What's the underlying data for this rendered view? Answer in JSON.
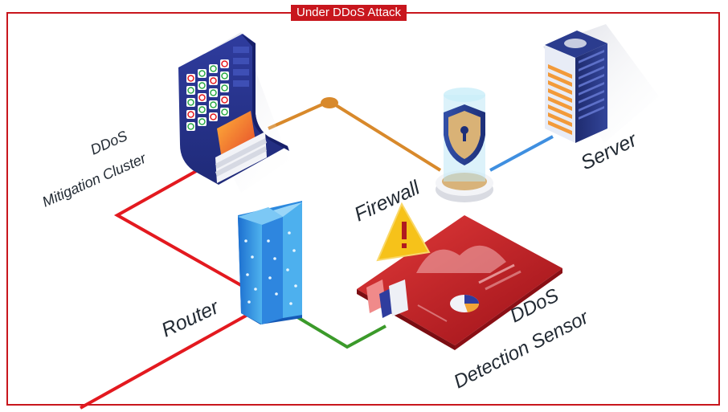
{
  "title": "Under DDoS Attack",
  "labels": {
    "mitigation_line1": "DDoS",
    "mitigation_line2": "Mitigation Cluster",
    "firewall": "Firewall",
    "server": "Server",
    "router": "Router",
    "sensor_line1": "DDoS",
    "sensor_line2": "Detection Sensor"
  },
  "colors": {
    "frame": "#c8161d",
    "attack_link": "#e3191f",
    "mitigation_link": "#d8892b",
    "server_link": "#3f8fe0",
    "sensor_link": "#3b9a2a",
    "warning": "#f6c21a"
  },
  "icons": [
    "mitigation-cluster-icon",
    "firewall-shield-icon",
    "server-rack-icon",
    "router-icon",
    "detection-sensor-icon",
    "warning-icon"
  ]
}
